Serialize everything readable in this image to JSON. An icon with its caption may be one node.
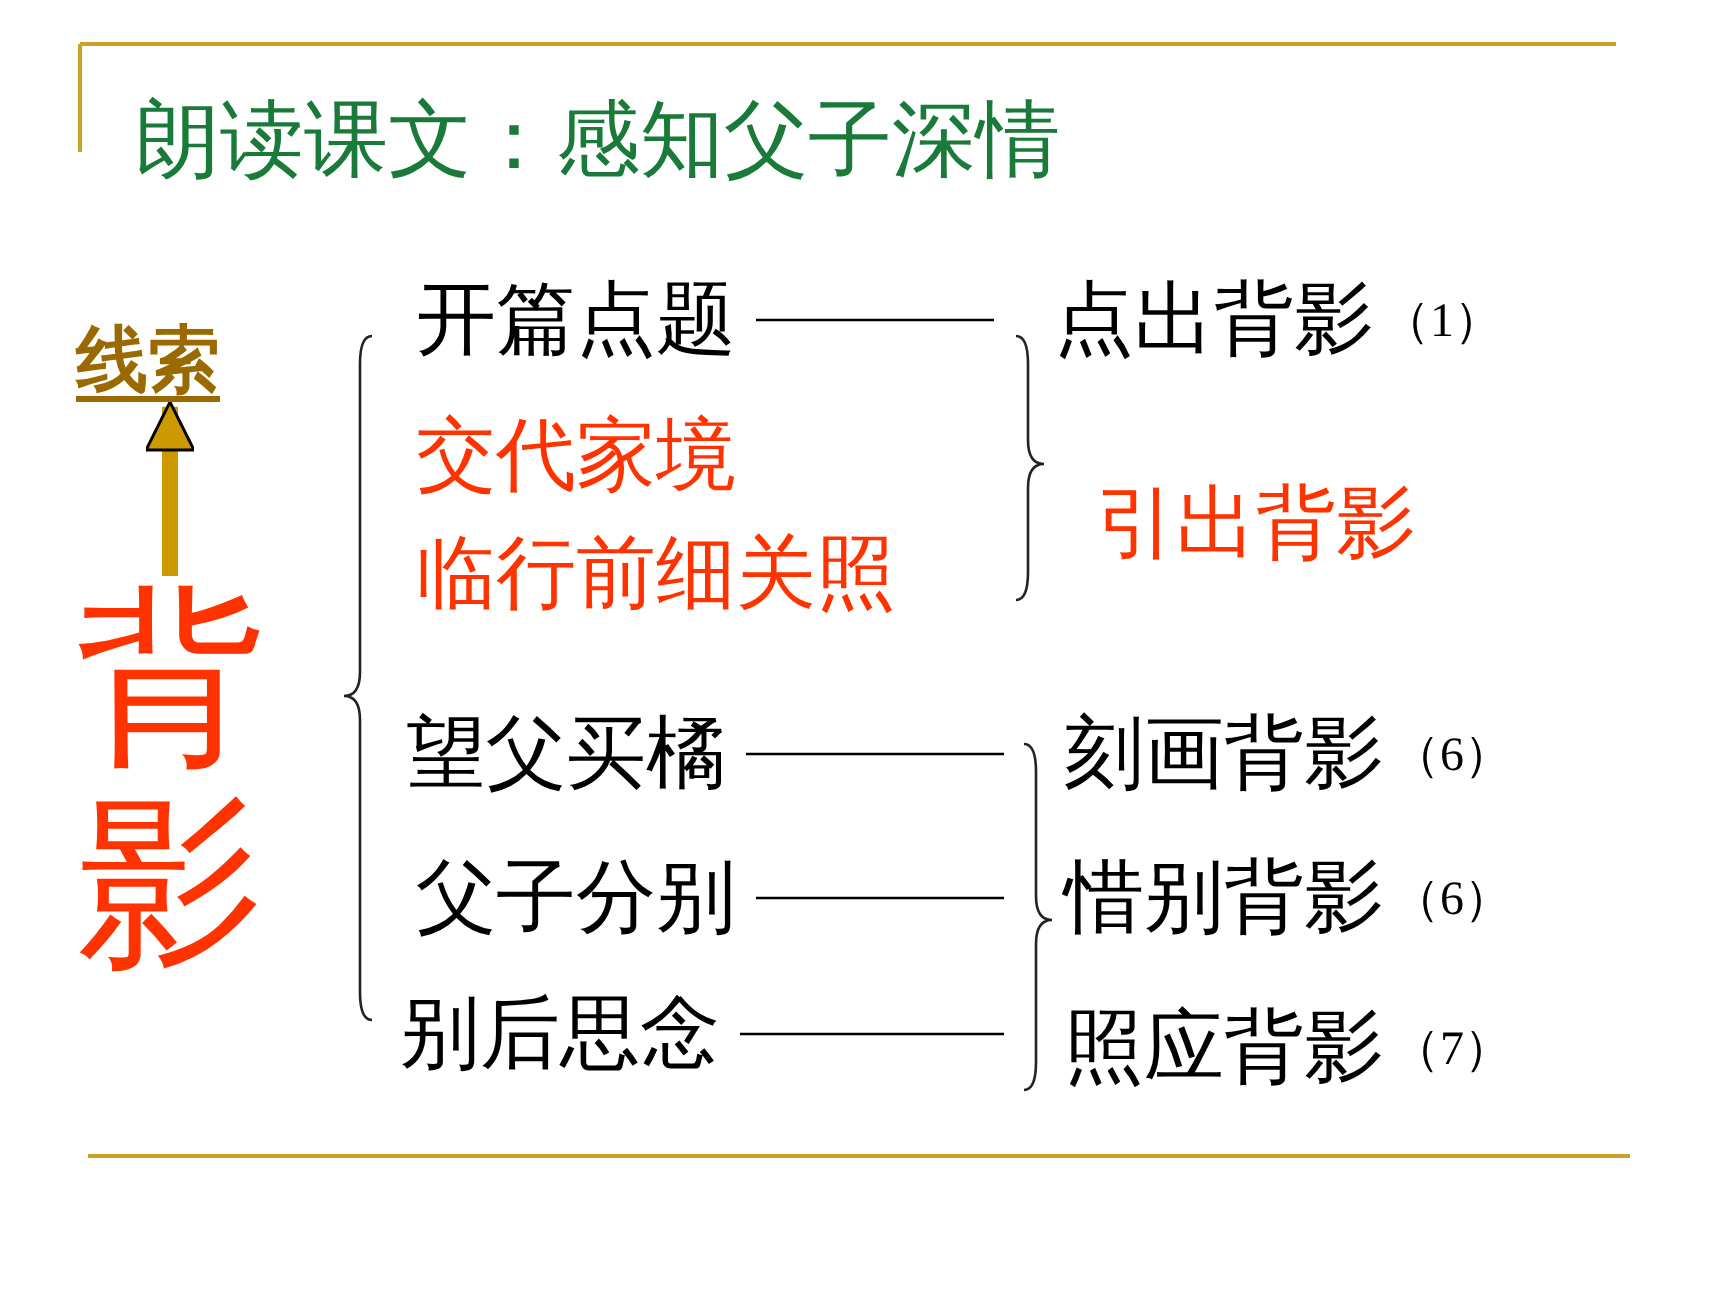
{
  "diagram": {
    "title": "朗读课文：感知父子深情",
    "nodes": [
      {
        "text": [
          "线索"
        ]
      },
      {
        "text": [
          "背影"
        ]
      },
      {
        "text": [
          "开篇点题"
        ]
      },
      {
        "text": [
          "交代家境"
        ]
      },
      {
        "text": [
          "临行前细关照"
        ]
      },
      {
        "text": [
          "望父买橘"
        ]
      },
      {
        "text": [
          "父子分别"
        ]
      },
      {
        "text": [
          "别后思念"
        ]
      },
      {
        "text": [
          "点出背影"
        ],
        "beside": [
          "（1）"
        ]
      },
      {
        "text": [
          "引出背影"
        ]
      },
      {
        "text": [
          "刻画背影"
        ],
        "beside": [
          "（6）"
        ]
      },
      {
        "text": [
          "惜别背影"
        ],
        "beside": [
          "（6）"
        ]
      },
      {
        "text": [
          "照应背影"
        ],
        "beside": [
          "（7）"
        ]
      }
    ],
    "edges": [
      {
        "from": 1,
        "to": 0,
        "arrow": "to",
        "style": "thick",
        "color": "#cc9900"
      },
      {
        "from": 2,
        "to": 8,
        "arrow": "none"
      },
      {
        "from": 5,
        "to": 10,
        "arrow": "none"
      },
      {
        "from": 6,
        "to": 11,
        "arrow": "none"
      },
      {
        "from": 7,
        "to": 12,
        "arrow": "none"
      }
    ]
  }
}
